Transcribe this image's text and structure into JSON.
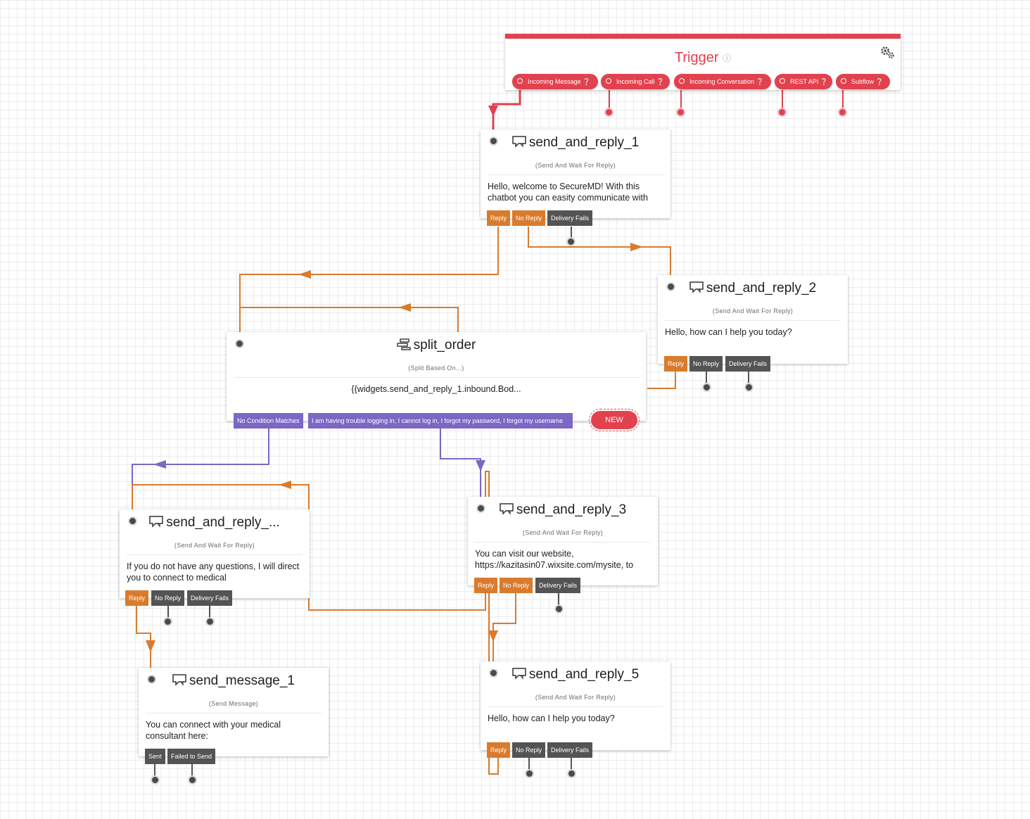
{
  "trigger": {
    "title": "Trigger",
    "help": "?",
    "icon": "gear-icon",
    "pills": [
      {
        "label": "Incoming Message"
      },
      {
        "label": "Incoming Call"
      },
      {
        "label": "Incoming Conversation"
      },
      {
        "label": "REST API"
      },
      {
        "label": "Subflow"
      }
    ]
  },
  "widgets": {
    "sar1": {
      "title": "send_and_reply_1",
      "subtitle": "(Send And Wait For Reply)",
      "body": "Hello, welcome to SecureMD! With this chatbot you can easity communicate with",
      "tags": [
        "Reply",
        "No Reply",
        "Delivery Fails"
      ]
    },
    "sar2": {
      "title": "send_and_reply_2",
      "subtitle": "(Send And Wait For Reply)",
      "body": "Hello, how can I help you today?",
      "tags": [
        "Reply",
        "No Reply",
        "Delivery Fails"
      ]
    },
    "split": {
      "title": "split_order",
      "subtitle": "(Split Based On...)",
      "body": "{{widgets.send_and_reply_1.inbound.Bod...",
      "tags": [
        "No Condition Matches",
        "I am having trouble logging in, I cannot log in, I forgot my password, I forgot my username"
      ],
      "new_label": "NEW"
    },
    "sar4": {
      "title": "send_and_reply_...",
      "subtitle": "(Send And Wait For Reply)",
      "body": "If you do not have any questions, I will direct you to connect to medical",
      "tags": [
        "Reply",
        "No Reply",
        "Delivery Fails"
      ]
    },
    "sar3": {
      "title": "send_and_reply_3",
      "subtitle": "(Send And Wait For Reply)",
      "body": "You can visit our website, https://kazitasin07.wixsite.com/mysite, to",
      "tags": [
        "Reply",
        "No Reply",
        "Delivery Fails"
      ]
    },
    "msg1": {
      "title": "send_message_1",
      "subtitle": "(Send Message)",
      "body": "You can connect with your medical consultant here:",
      "tags": [
        "Sent",
        "Failed to Send"
      ]
    },
    "sar5": {
      "title": "send_and_reply_5",
      "subtitle": "(Send And Wait For Reply)",
      "body": "Hello, how can I help you today?",
      "tags": [
        "Reply",
        "No Reply",
        "Delivery Fails"
      ]
    }
  },
  "colors": {
    "trigger": "#e2414e",
    "reply": "#d97b2d",
    "fail": "#545454",
    "split": "#7b67c4"
  }
}
